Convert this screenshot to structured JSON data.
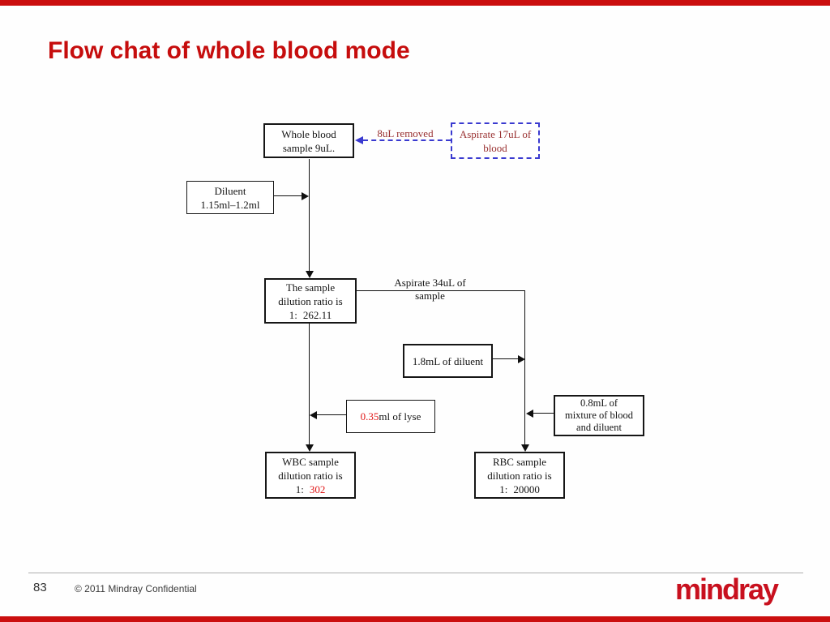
{
  "slide": {
    "title": "Flow chat of whole blood mode"
  },
  "flowchart": {
    "nodes": {
      "whole_blood": {
        "line1": "Whole blood",
        "line2": "sample 9uL."
      },
      "aspirate_blood": {
        "line1": "Aspirate 17uL of",
        "line2": "blood"
      },
      "diluent": {
        "line1": "Diluent",
        "line2": "1.15ml–1.2ml"
      },
      "dilution": {
        "line1": "The sample",
        "line2": "dilution ratio is",
        "ratio_prefix": "1:",
        "ratio_value": "262.11"
      },
      "diluent_1_8": {
        "label": "1.8mL of diluent"
      },
      "lyse": {
        "amount": "0.35",
        "rest": "ml of lyse"
      },
      "mixture": {
        "line1": "0.8mL of",
        "line2": "mixture of blood",
        "line3": "and diluent"
      },
      "wbc": {
        "line1": "WBC sample",
        "line2": "dilution ratio is",
        "ratio_prefix": "1:",
        "ratio_value": "302"
      },
      "rbc": {
        "line1": "RBC sample",
        "line2": "dilution ratio is",
        "ratio_prefix": "1:",
        "ratio_value": "20000"
      }
    },
    "labels": {
      "removed": "8uL removed",
      "aspirate_sample_line1": "Aspirate 34uL of",
      "aspirate_sample_line2": "sample"
    },
    "colors": {
      "title_red": "#c60d0d",
      "bar_red": "#cb0f0f",
      "value_red": "#e01616",
      "dark_red": "#993030",
      "dashed_blue": "#3a3ad0",
      "box_border": "#161616"
    }
  },
  "footer": {
    "page_number": "83",
    "copyright": "© 2011 Mindray Confidential",
    "logo_text": "mindray"
  }
}
